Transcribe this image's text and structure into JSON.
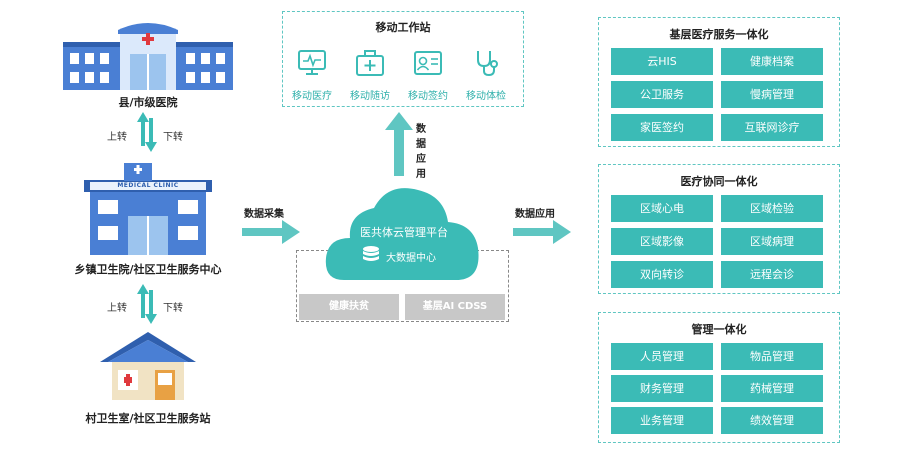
{
  "left": {
    "county_hospital": "县/市级医院",
    "township": "乡镇卫生院/社区卫生服务中心",
    "village": "村卫生室/社区卫生服务站",
    "up_label": "上转",
    "down_label": "下转",
    "sign_text": "MEDICAL CLINIC"
  },
  "arrows": {
    "collect": "数据采集",
    "apply_right": "数据应用",
    "apply_up": "数据应用"
  },
  "mobile": {
    "title": "移动工作站",
    "items": [
      {
        "label": "移动医疗",
        "icon": "monitor-icon"
      },
      {
        "label": "移动随访",
        "icon": "medkit-icon"
      },
      {
        "label": "移动签约",
        "icon": "id-card-icon"
      },
      {
        "label": "移动体检",
        "icon": "stethoscope-icon"
      }
    ]
  },
  "cloud": {
    "title": "医共体云管理平台",
    "subtitle": "大数据中心",
    "bottom": [
      "健康扶贫",
      "基层AI  CDSS"
    ]
  },
  "panels": [
    {
      "title": "基层医疗服务一体化",
      "items": [
        "云HIS",
        "健康档案",
        "公卫服务",
        "慢病管理",
        "家医签约",
        "互联网诊疗"
      ]
    },
    {
      "title": "医疗协同一体化",
      "items": [
        "区域心电",
        "区域检验",
        "区域影像",
        "区域病理",
        "双向转诊",
        "远程会诊"
      ]
    },
    {
      "title": "管理一体化",
      "items": [
        "人员管理",
        "物品管理",
        "财务管理",
        "药械管理",
        "业务管理",
        "绩效管理"
      ]
    }
  ],
  "colors": {
    "teal": "#3bbbb6",
    "blue": "#4a7fd4",
    "dash": "#5fc6c2",
    "grey": "#c8c8c8"
  }
}
